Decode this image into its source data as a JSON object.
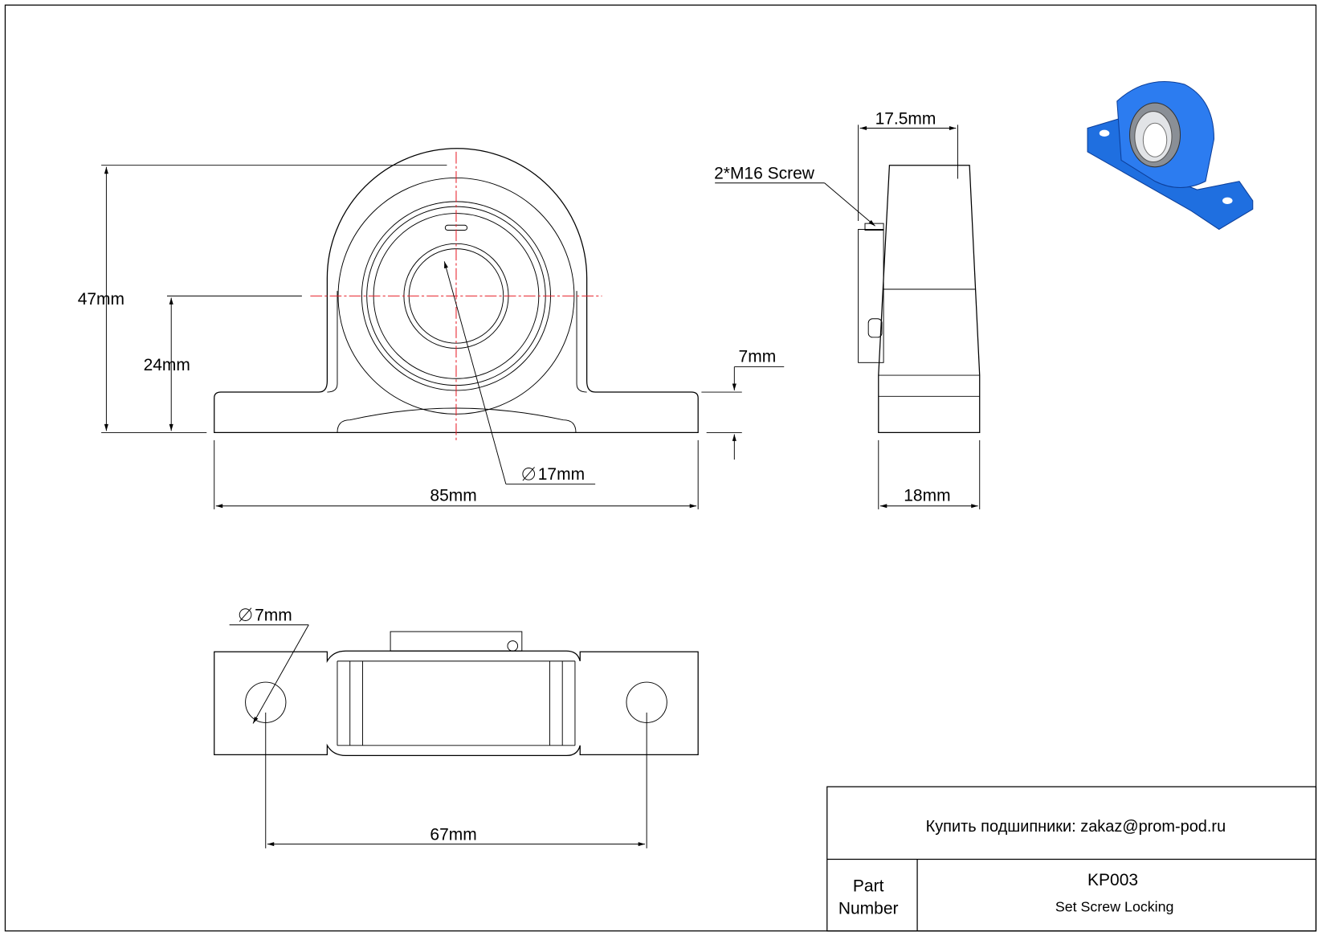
{
  "dimensions": {
    "height_total": "47mm",
    "center_height": "24mm",
    "base_thickness": "7mm",
    "bore": "17mm",
    "length": "85mm",
    "side_width_top": "17.5mm",
    "screw": "2*M16 Screw",
    "base_width": "18mm",
    "bolt_hole": "7mm",
    "bolt_spacing": "67mm"
  },
  "title_block": {
    "contact": "Купить подшипники: zakaz@prom-pod.ru",
    "part_label_line1": "Part",
    "part_label_line2": "Number",
    "part_number": "KP003",
    "description": "Set Screw Locking"
  },
  "colors": {
    "housing": "#1f6fe0",
    "centerline": "#e8202a"
  }
}
